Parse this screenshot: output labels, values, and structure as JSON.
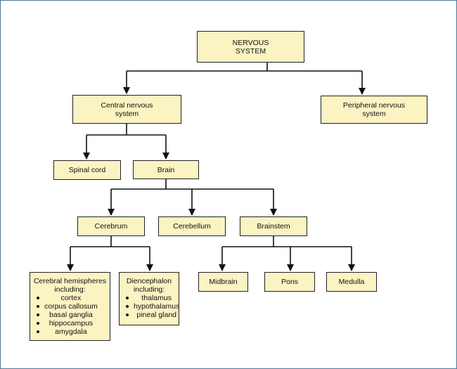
{
  "nodes": {
    "nervous_system": {
      "line1": "NERVOUS",
      "line2": "SYSTEM"
    },
    "cns": {
      "line1": "Central nervous",
      "line2": "system"
    },
    "pns": {
      "line1": "Peripheral nervous",
      "line2": "system"
    },
    "spinal_cord": {
      "label": "Spinal cord"
    },
    "brain": {
      "label": "Brain"
    },
    "cerebrum": {
      "label": "Cerebrum"
    },
    "cerebellum": {
      "label": "Cerebellum"
    },
    "brainstem": {
      "label": "Brainstem"
    },
    "cerebral_hemispheres": {
      "line1": "Cerebral hemispheres",
      "line2": "including:",
      "items": [
        "cortex",
        "corpus callosum",
        "basal ganglia",
        "hippocampus",
        "amygdala"
      ]
    },
    "diencephalon": {
      "line1": "Diencephalon",
      "line2": "including:",
      "items": [
        "thalamus",
        "hypothalamus",
        "pineal gland"
      ]
    },
    "midbrain": {
      "label": "Midbrain"
    },
    "pons": {
      "label": "Pons"
    },
    "medulla": {
      "label": "Medulla"
    }
  },
  "colors": {
    "box_fill": "#fbf3c2",
    "box_border": "#222222",
    "frame_border": "#4a7a9c"
  }
}
